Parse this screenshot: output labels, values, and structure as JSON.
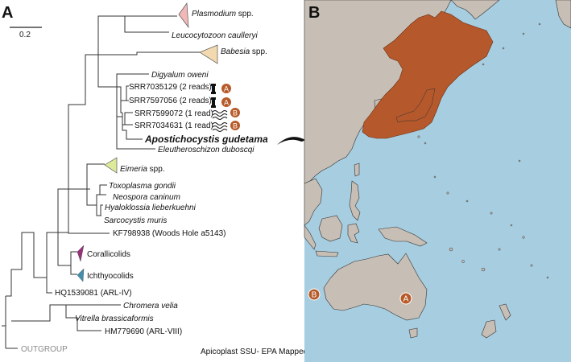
{
  "panel_a": {
    "label": "A",
    "scale_label": "0.2",
    "caption": "Apicoplast SSU- EPA Mapped",
    "taxa": {
      "plasmodium_name": "Plasmodium",
      "plasmodium_suffix": " spp.",
      "leucocytozoon": "Leucocytozoon caulleryi",
      "babesia_name": "Babesia",
      "babesia_suffix": " spp.",
      "digyalum": "Digyalum oweni",
      "srr1": "SRR7035129 (2 reads)",
      "srr2": "SRR7597056 (2 reads)",
      "srr3": "SRR7599072 (1 read)",
      "srr4": "SRR7034631 (1 read)",
      "apostichocystis": "Apostichocystis gudetama",
      "eleutheroschizon": "Eleutheroschizon duboscqi",
      "eimeria_name": "Eimeria",
      "eimeria_suffix": " spp.",
      "toxoplasma": "Toxoplasma gondii",
      "neospora": "Neospora caninum",
      "hyaloklossia": "Hyaloklossia lieberkuehni",
      "sarcocystis": "Sarcocystis muris",
      "kf": "KF798938 (Woods Hole a5143)",
      "corallicolids": "Corallicolids",
      "ichthyocolids": "Ichthyocolids",
      "hq": "HQ1539081 (ARL-IV)",
      "chromera": "Chromera velia",
      "vitrella": "Vitrella brassicaformis",
      "hm": "HM779690 (ARL-VIII)",
      "outgroup": "OUTGROUP"
    },
    "markers": {
      "a": "A",
      "b": "B"
    },
    "colors": {
      "plasmodium": "#f2b8b8",
      "babesia": "#f3d9b0",
      "eimeria": "#dcea9a",
      "corallicolids": "#9b2f7a",
      "ichthyocolids": "#3e8fb0",
      "marker": "#b75a2a",
      "outgroup": "#8a8a8a"
    }
  },
  "panel_b": {
    "label": "B",
    "markers": {
      "a": "A",
      "b": "B"
    },
    "colors": {
      "ocean": "#a7cde0",
      "land": "#c7bfb5",
      "range": "#b5582b",
      "marker": "#b75a2a"
    }
  }
}
